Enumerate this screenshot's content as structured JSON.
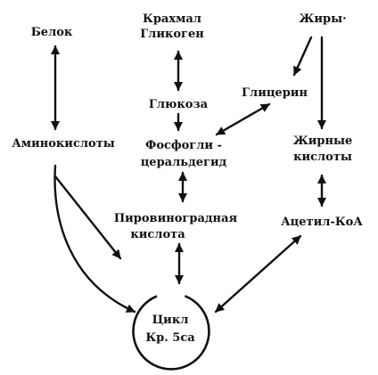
{
  "nodes": {
    "protein": [
      "Белок"
    ],
    "starch_glycogen": [
      "Крахмал",
      "Гликоген"
    ],
    "fats": [
      "Жиры·"
    ],
    "glucose": [
      "Глюкоза"
    ],
    "glycerol": [
      "Глицерин"
    ],
    "amino_acids": [
      "Аминокислоты"
    ],
    "phosphoglyceraldehyde": [
      "Фосфогли -",
      "церальдегид"
    ],
    "fatty_acids": [
      "Жирные",
      "кислоты"
    ],
    "pyruvic_acid": [
      "Пировиноградная",
      "кислота"
    ],
    "acetyl_coa": [
      "Ацетил-КоА"
    ],
    "krebs_cycle": [
      "Цикл",
      "Кр. 5са"
    ]
  },
  "colors": {
    "ink": "#111111",
    "background": "#ffffff"
  }
}
